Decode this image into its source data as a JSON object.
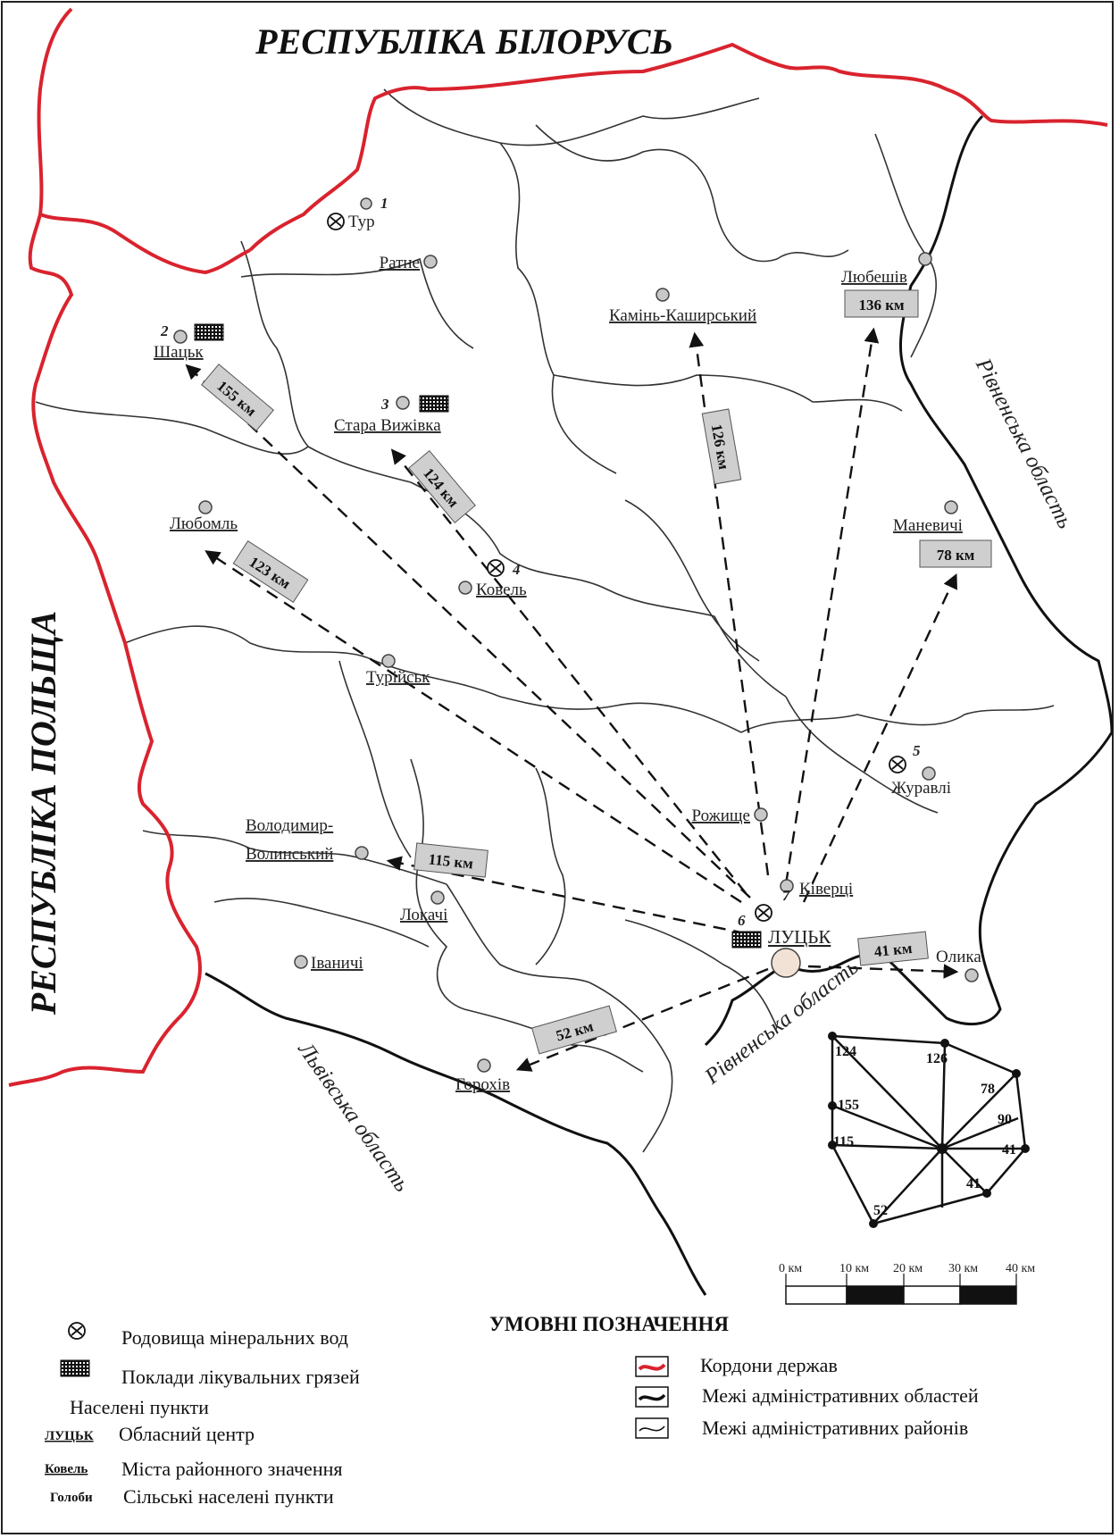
{
  "labels": {
    "belarus": "РЕСПУБЛІКА БІЛОРУСЬ",
    "poland": "РЕСПУБЛІКА ПОЛЬЩА",
    "rivne_east": "Рівненська область",
    "rivne_south": "Рівненська область",
    "lviv": "Львівська область"
  },
  "cities": {
    "tur": "Тур",
    "ratne": "Ратне",
    "shatsk": "Шацьк",
    "stara_vyzhivka": "Стара Вижівка",
    "kamin_kashyrskyi": "Камінь-Каширський",
    "liubeshiv": "Любешів",
    "liuboml": "Любомль",
    "manevychi": "Маневичі",
    "kovel": "Ковель",
    "turiisk": "Турійськ",
    "zhuravli": "Журавлі",
    "rozhyshche": "Рожище",
    "volodymyr_1": "Володимир-",
    "volodymyr_2": "Волинський",
    "kivertsi": "Ківерці",
    "lokachi": "Локачі",
    "lutsk": "ЛУЦЬК",
    "ivanychi": "Іваничі",
    "olyka": "Олика",
    "horokhiv": "Горохів"
  },
  "site_numbers": [
    "1",
    "2",
    "3",
    "4",
    "5",
    "6",
    "7"
  ],
  "distances": {
    "shatsk": "155 км",
    "stara_vyzhivka": "124 км",
    "kamin": "126 км",
    "liubeshiv": "136 км",
    "liuboml": "123 км",
    "manevychi": "78 км",
    "volodymyr": "115 км",
    "olyka": "41 км",
    "horokhiv": "52 км"
  },
  "star_diagram": [
    "124",
    "126",
    "78",
    "90",
    "155",
    "115",
    "41",
    "41",
    "52"
  ],
  "scale_bar": [
    "0 км",
    "10 км",
    "20 км",
    "30 км",
    "40 км"
  ],
  "legend": {
    "title": "УМОВНІ ПОЗНАЧЕННЯ",
    "mineral_waters": "Родовища мінеральних вод",
    "mud": "Поклади лікувальних грязей",
    "settlements": "Населені пункти",
    "oblast_center_sample": "ЛУЦЬК",
    "oblast_center": "Обласний центр",
    "district_city_sample": "Ковель",
    "district_city": "Міста районного значення",
    "village_sample": "Голоби",
    "village": "Сільські населені пункти",
    "state_borders": "Кордони держав",
    "oblast_borders": "Межі адміністративних областей",
    "district_borders": "Межі адміністративних районів"
  },
  "colors": {
    "state_border": "#d9232e",
    "oblast_border": "#111111",
    "district_border": "#333333",
    "settlement": "#c8c8c8",
    "distance_box": "#cfcfcf"
  }
}
